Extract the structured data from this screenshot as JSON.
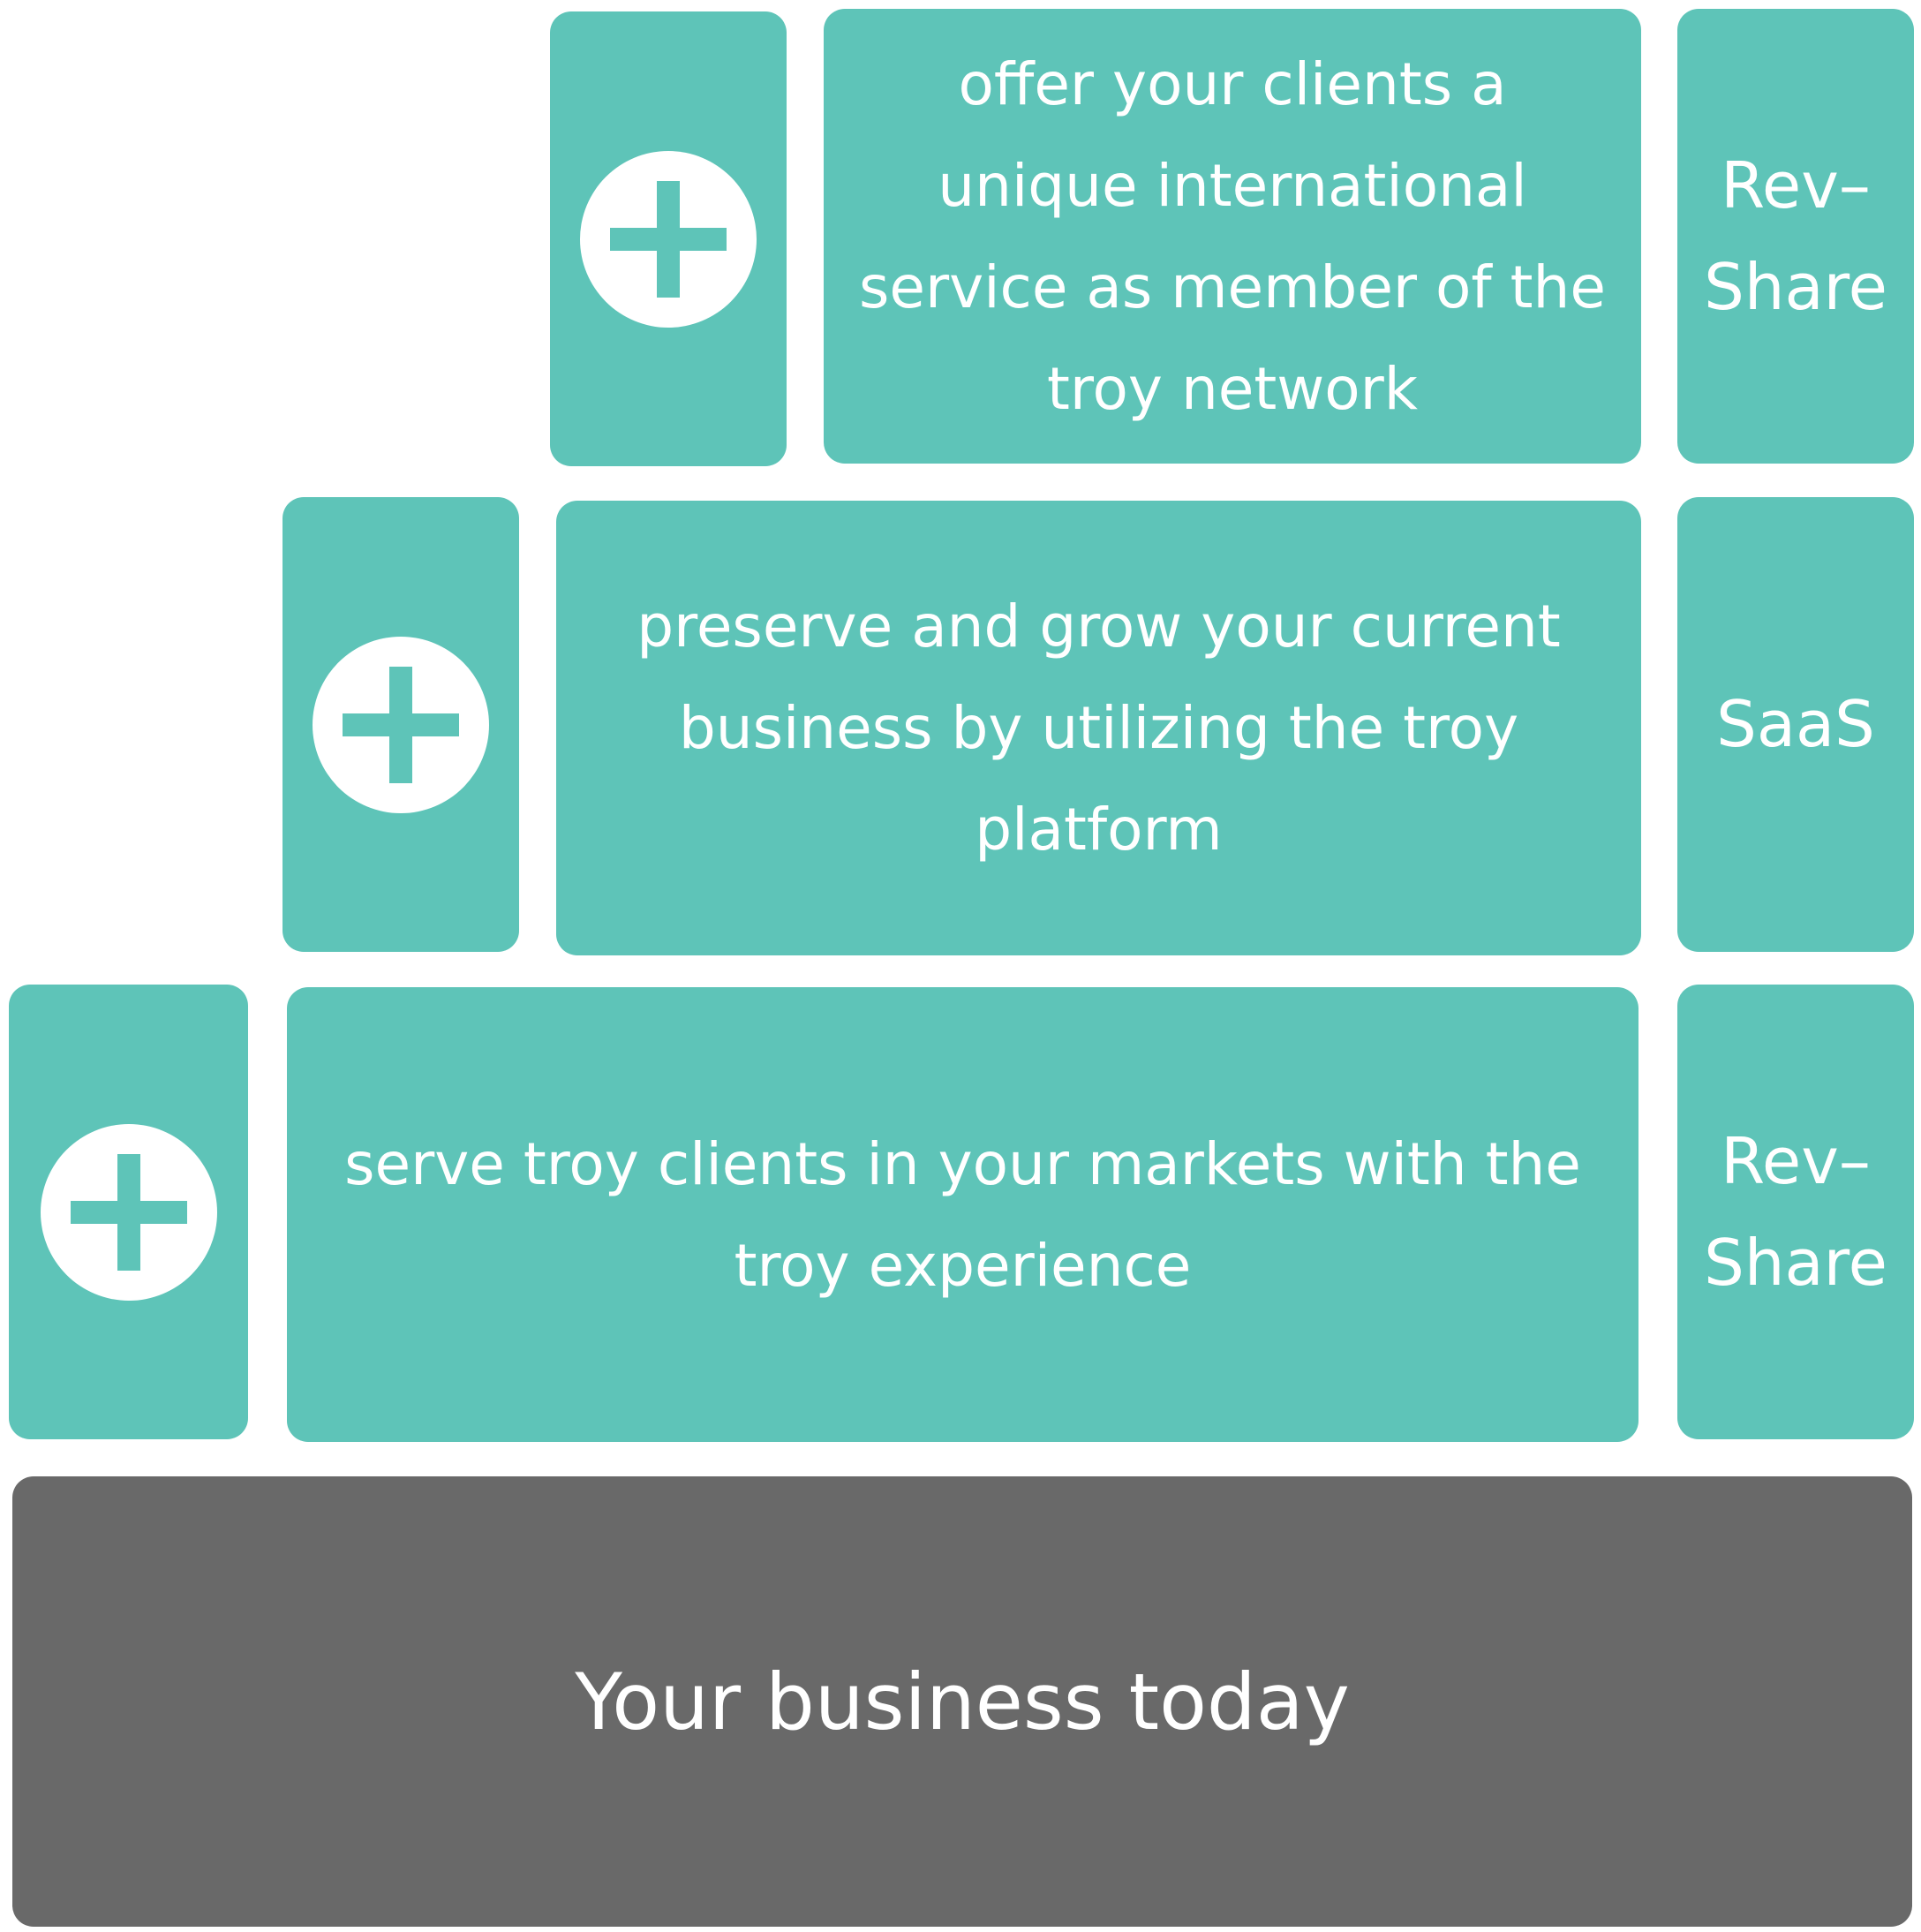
{
  "tiers": [
    {
      "icon": "plus-circle-icon",
      "description": "offer your clients a unique international service as member of the troy network",
      "model": "Rev–\nShare"
    },
    {
      "icon": "plus-circle-icon",
      "description": "preserve and grow your current business by utilizing the troy platform",
      "model": "SaaS"
    },
    {
      "icon": "plus-circle-icon",
      "description": "serve troy clients in your markets with the troy experience",
      "model": "Rev–\nShare"
    }
  ],
  "base": {
    "label": "Your business today"
  },
  "colors": {
    "teal": "#5ec4b8",
    "base": "#696969",
    "text": "#ffffff"
  }
}
